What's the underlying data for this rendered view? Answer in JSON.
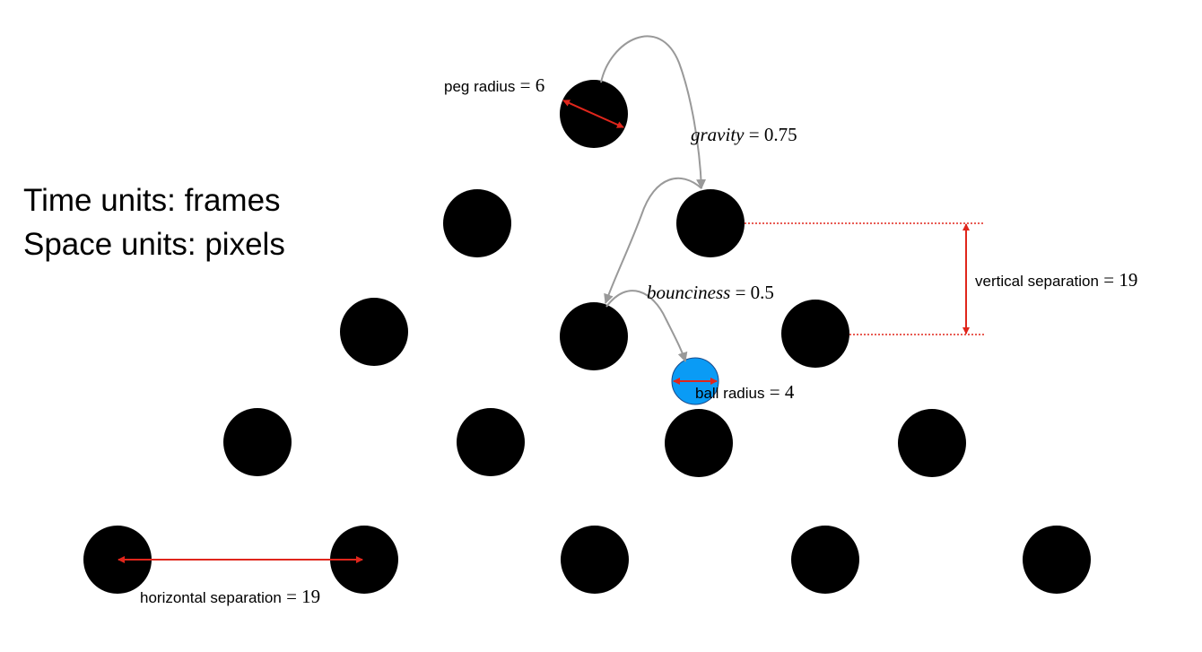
{
  "units": {
    "time": "Time units: frames",
    "space": "Space units: pixels"
  },
  "parameters": {
    "peg_radius": {
      "label": "peg radius",
      "eq": " = ",
      "value": "6"
    },
    "gravity": {
      "label": "gravity",
      "eq": " = ",
      "value": "0.75"
    },
    "vertical_separation": {
      "label": "vertical separation",
      "eq": " = ",
      "value": "19"
    },
    "bounciness": {
      "label": "bounciness",
      "eq": " = ",
      "value": "0.5"
    },
    "ball_radius": {
      "label": "ball radius",
      "eq": " = ",
      "value": "4"
    },
    "horizontal_separation": {
      "label": "horizontal separation",
      "eq": " = ",
      "value": "19"
    }
  },
  "colors": {
    "peg": "#000000",
    "ball": "#0a9bf5",
    "ball_outline": "#1a4a8a",
    "measure": "#e0261c",
    "trajectory": "#999999"
  }
}
